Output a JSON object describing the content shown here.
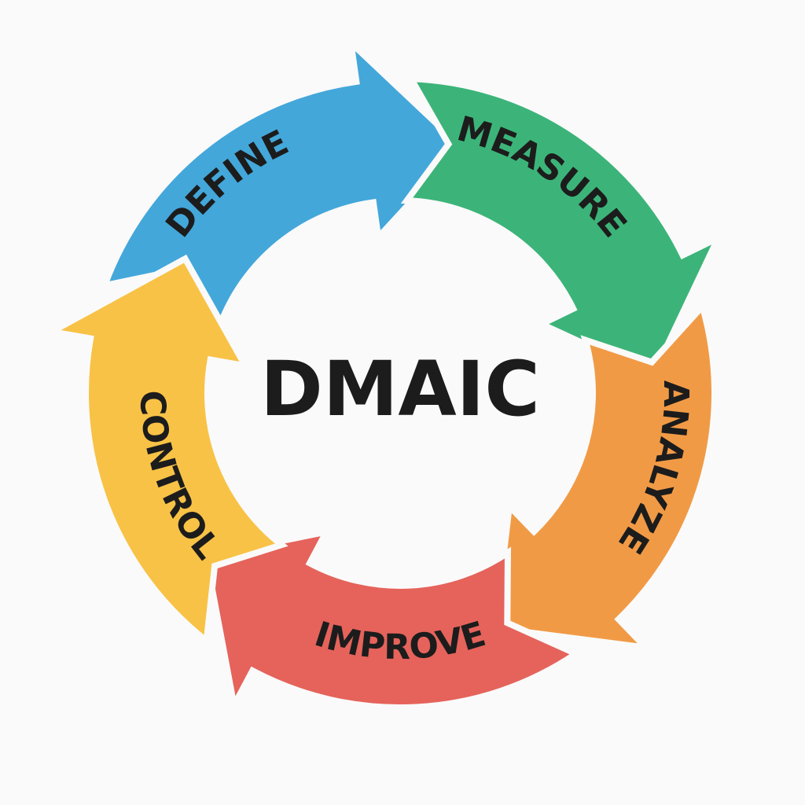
{
  "title": "DMAIC",
  "stages": [
    {
      "label": "DEFINE",
      "color": "#43a7da"
    },
    {
      "label": "MEASURE",
      "color": "#3cb479"
    },
    {
      "label": "ANALYZE",
      "color": "#f19a45"
    },
    {
      "label": "IMPROVE",
      "color": "#e5635b"
    },
    {
      "label": "CONTROL",
      "color": "#f8c246"
    }
  ]
}
